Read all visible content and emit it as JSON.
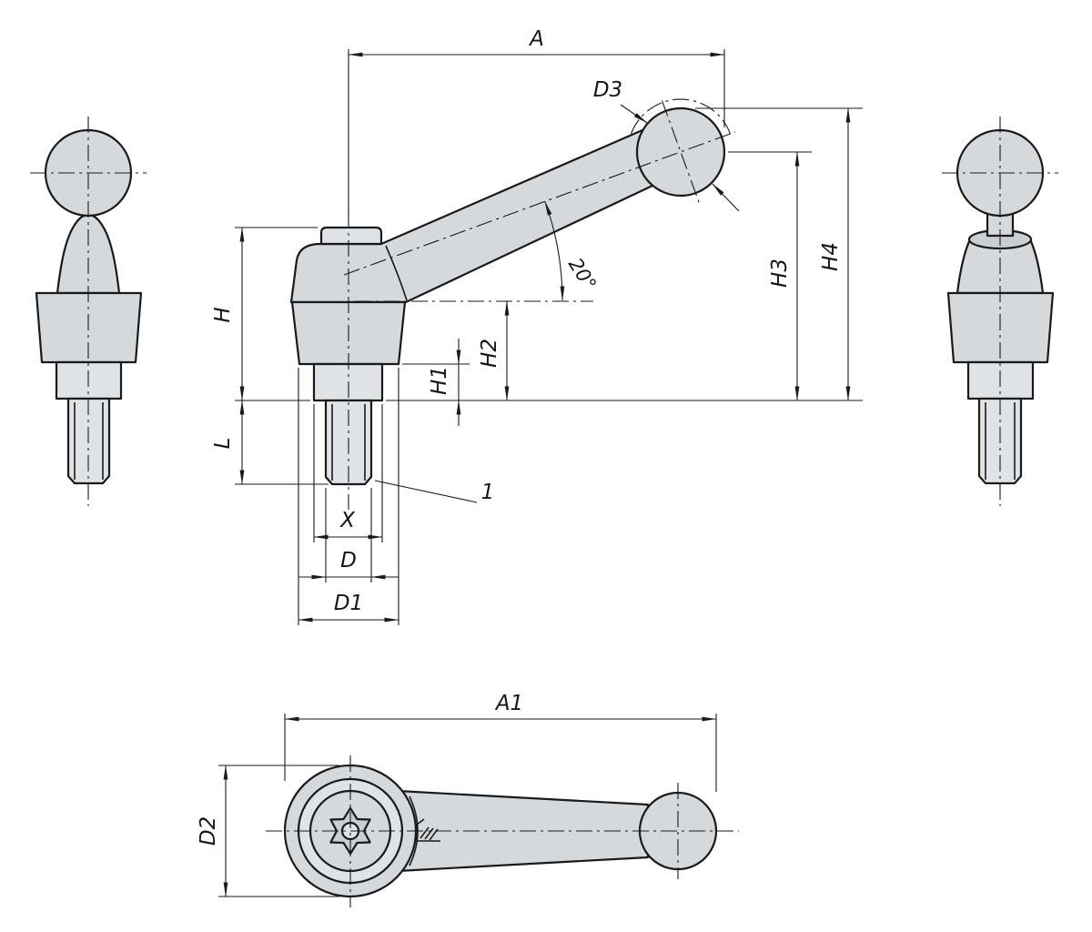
{
  "drawing": {
    "kind": "technical-dimension-drawing",
    "subject": "adjustable clamping lever with external thread",
    "colors": {
      "outline": "#1a1a1a",
      "part_fill": "#d5d9dc",
      "part_fill_light": "#e0e3e6",
      "background": "#ffffff"
    },
    "dimensions": {
      "A": "A",
      "A1": "A1",
      "D": "D",
      "D1": "D1",
      "D2": "D2",
      "D3": "D3",
      "H": "H",
      "H1": "H1",
      "H2": "H2",
      "H3": "H3",
      "H4": "H4",
      "L": "L",
      "X": "X",
      "angle": "20°",
      "callout1": "1"
    }
  }
}
